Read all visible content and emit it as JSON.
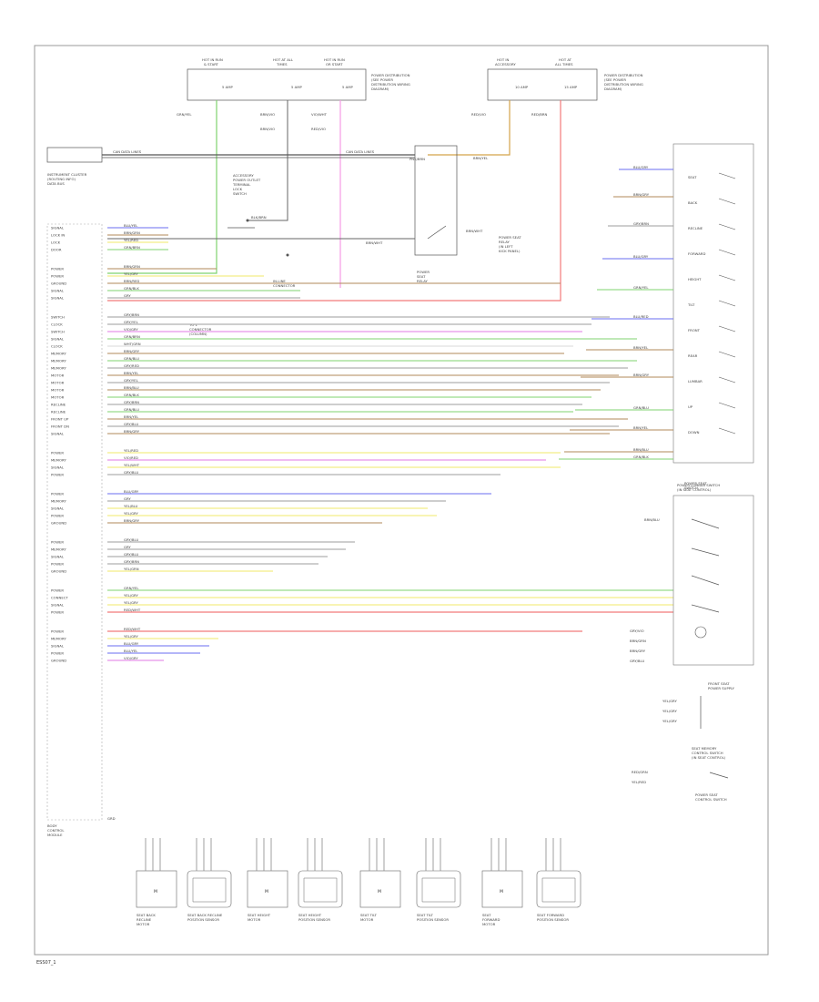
{
  "diagram": {
    "footer_code": "ESS07_1",
    "top_left_fuses": [
      {
        "title": "HOT IN RUN",
        "sub": "& START",
        "rating": "5 AMP"
      },
      {
        "title": "HOT AT ALL",
        "sub": "TIMES",
        "rating": "5 AMP"
      },
      {
        "title": "HOT IN RUN",
        "sub": "OR START",
        "rating": "5 AMP"
      }
    ],
    "top_left_fuse_note": [
      "POWER DISTRIBUTION",
      "(SEE POWER",
      "DISTRIBUTION WIRING",
      "DIAGRAM)"
    ],
    "top_right_fuses": [
      {
        "title": "HOT IN",
        "sub": "ACCESSORY",
        "rating": "10 AMP"
      },
      {
        "title": "HOT AT",
        "sub": "ALL TIMES",
        "rating": "15 AMP"
      }
    ],
    "top_right_fuse_note": [
      "POWER DISTRIBUTION",
      "(SEE POWER",
      "DISTRIBUTION WIRING",
      "DIAGRAM)"
    ],
    "top_wire_labels": [
      "GRN/YEL",
      "BRN/VIO",
      "BRN/VIO",
      "VIO/WHT",
      "RED/VIO",
      "RED/VIO",
      "RED/BRN",
      "PNK/BRN"
    ],
    "top_module": [
      "INSTRUMENT CLUSTER",
      "(ROUTING INFO)",
      "DATA BUS"
    ],
    "can_line_label": "CAN DATA LINES",
    "can_line_label2": "CAN DATA LINES",
    "can_line_label3": "BRN/YEL",
    "switch_module": [
      "ACCESSORY",
      "POWER OUTLET",
      "TERMINAL",
      "LOCK",
      "SWITCH"
    ],
    "switch_module_wire": "BLK/BRN",
    "relay_box": [
      "POWER",
      "SEAT",
      "RELAY"
    ],
    "relay_note": [
      "POWER SEAT",
      "RELAY",
      "(IN LEFT",
      "KICK PANEL)"
    ],
    "relay_wire": "BRN/WHT",
    "relay_wire2": "BRN/WHT",
    "ground_label": [
      "IN-LINE",
      "CONNECTOR"
    ],
    "body_label": [
      "BODY",
      "CONTROL",
      "MODULE"
    ],
    "connector_note": [
      "TO 1",
      "CONNECTOR",
      "(COLUMN)"
    ],
    "left_module_pins": [
      "SIGNAL",
      "LOCK IN",
      "LOCK",
      "DOOR",
      "POWER",
      "POWER",
      "GROUND",
      "SIGNAL",
      "SIGNAL",
      "SWITCH",
      "CLOCK",
      "SWITCH",
      "SIGNAL",
      "CLOCK",
      "MEMORY",
      "MEMORY",
      "MEMORY",
      "MOTOR",
      "MOTOR",
      "MOTOR",
      "MOTOR",
      "RECLINE",
      "RECLINE",
      "FRONT UP",
      "FRONT DN",
      "SIGNAL",
      "POWER",
      "MEMORY",
      "SIGNAL",
      "POWER",
      "POWER",
      "MEMORY",
      "SIGNAL",
      "POWER",
      "GROUND",
      "POWER",
      "MEMORY",
      "SIGNAL",
      "POWER",
      "GROUND",
      "POWER",
      "CONNECT",
      "SIGNAL",
      "POWER",
      "POWER",
      "MEMORY",
      "SIGNAL",
      "POWER",
      "GROUND"
    ],
    "wire_colors": [
      "BLU/YEL",
      "BRN/GRN",
      "YEL/RED",
      "GRN/BRN",
      "BRN/GRN",
      "YEL/GRY",
      "BRN/RED",
      "GRN/BLK",
      "GRY",
      "GRY/BRN",
      "GRY/YEL",
      "VIO/GRY",
      "GRN/BRN",
      "WHT/GRN",
      "BRN/GRY",
      "GRN/BLU",
      "GRY/RED",
      "BRN/YEL",
      "GRY/YEL",
      "BRN/BLU",
      "GRN/BLK",
      "GRY/BRN",
      "GRN/BLU",
      "BRN/YEL",
      "GRY/BLU",
      "BRN/GRY",
      "YEL/RED",
      "VIO/RED",
      "YEL/WHT",
      "GRY/BLU",
      "BLU/GRY",
      "GRY",
      "YEL/BLU",
      "YEL/GRY",
      "BRN/GRY",
      "GRY/BLU",
      "GRY",
      "GRY/BLU",
      "GRY/BRN",
      "YEL/GRN",
      "GRN/YEL",
      "YEL/GRY",
      "YEL/GRY",
      "RED/WHT",
      "RED/WHT",
      "YEL/GRY",
      "BLU/GRY",
      "BLU/YEL",
      "VIO/GRY",
      "GRY/VIO",
      "YEL/RED"
    ],
    "grd_label": "GRD",
    "right_switch_box_labels": [
      "SEAT",
      "BACK",
      "RECLINE",
      "FORWARD",
      "HEIGHT",
      "TILT",
      "FRONT",
      "REAR",
      "LUMBAR",
      "UP",
      "DOWN"
    ],
    "right_switch_title": [
      "POWER SEAT",
      "SWITCH"
    ],
    "right_wire_labels": [
      "BLU/GRY",
      "BRN/GRY",
      "GRY/BRN",
      "BLU/GRY",
      "GRN/YEL",
      "BLU/RED",
      "BRN/YEL",
      "BRN/GRY",
      "GRN/BLU",
      "BRN/YEL",
      "BRN/BLU",
      "GRN/BLK"
    ],
    "right_switch2_title": [
      "POWER LUMBAR SWITCH",
      "(IN SEAT CONTROL)"
    ],
    "right_switch2_wires": [
      "GRY/VIO",
      "BRN/GRN",
      "BRN/GRY",
      "GRY/BLU"
    ],
    "right_switch2_wire_top": "BRN/BLU",
    "right_conn_title": [
      "FRONT SEAT",
      "POWER SUPPLY"
    ],
    "right_conn_wires": [
      "YEL/GRY",
      "YEL/GRY",
      "YEL/GRY"
    ],
    "right_conn2_title": [
      "SEAT MEMORY",
      "CONTROL SWITCH",
      "(IN SEAT CONTROL)"
    ],
    "right_conn2_wires": [
      "RED/GRN",
      "YEL/RED"
    ],
    "right_conn2_sub": [
      "POWER SEAT",
      "CONTROL SWITCH"
    ],
    "bottom_components": [
      {
        "id": "m1",
        "name": [
          "SEAT BACK",
          "RECLINE",
          "MOTOR"
        ],
        "sym": "M"
      },
      {
        "id": "s1",
        "name": [
          "SEAT BACK RECLINE",
          "POSITION SENSOR"
        ],
        "sym": ""
      },
      {
        "id": "m2",
        "name": [
          "SEAT HEIGHT",
          "MOTOR"
        ],
        "sym": "M"
      },
      {
        "id": "s2",
        "name": [
          "SEAT HEIGHT",
          "POSITION SENSOR"
        ],
        "sym": ""
      },
      {
        "id": "m3",
        "name": [
          "SEAT TILT",
          "MOTOR"
        ],
        "sym": "M"
      },
      {
        "id": "s3",
        "name": [
          "SEAT TILT",
          "POSITION SENSOR"
        ],
        "sym": ""
      },
      {
        "id": "m4",
        "name": [
          "SEAT",
          "FORWARD",
          "MOTOR"
        ],
        "sym": "M"
      },
      {
        "id": "s4",
        "name": [
          "SEAT FORWARD",
          "POSITION SENSOR"
        ],
        "sym": ""
      }
    ]
  }
}
